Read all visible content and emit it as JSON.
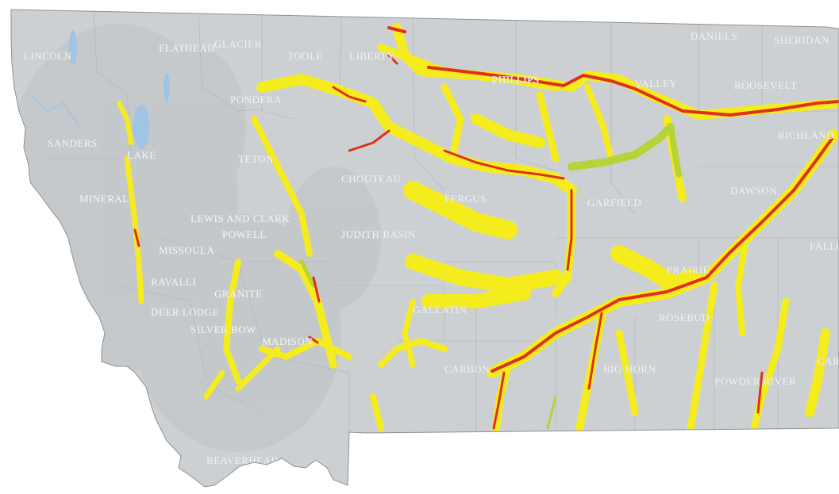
{
  "map": {
    "colors": {
      "land": "#cdd0d3",
      "land_dark": "#bfc3c6",
      "border": "#8e9194",
      "county_line": "#b6b9bc",
      "water": "#9fc4e4",
      "outside": "#ffffff",
      "high": "#e0301c",
      "moderate": "#f5ec1e",
      "lake_green": "#b8d23a"
    },
    "county_labels": [
      "LINCOLN",
      "FLATHEAD",
      "GLACIER",
      "TOOLE",
      "LIBERTY",
      "DANIELS",
      "SHERIDAN",
      "PONDERA",
      "VALLEY",
      "ROOSEVELT",
      "SANDERS",
      "LAKE",
      "TETON",
      "CHOUTEAU",
      "PHILLIPS",
      "RICHLAND",
      "MINERAL",
      "LEWIS AND CLARK",
      "FERGUS",
      "GARFIELD",
      "DAWSON",
      "MISSOULA",
      "POWELL",
      "JUDITH BASIN",
      "PRAIRIE",
      "FALLON",
      "RAVALLI",
      "GRANITE",
      "DEER LODGE",
      "SILVER BOW",
      "MADISON",
      "GALLATIN",
      "BEAVERHEAD",
      "CARBON",
      "BIG HORN",
      "POWDER RIVER",
      "CARTER",
      "ROSEBUD"
    ]
  }
}
